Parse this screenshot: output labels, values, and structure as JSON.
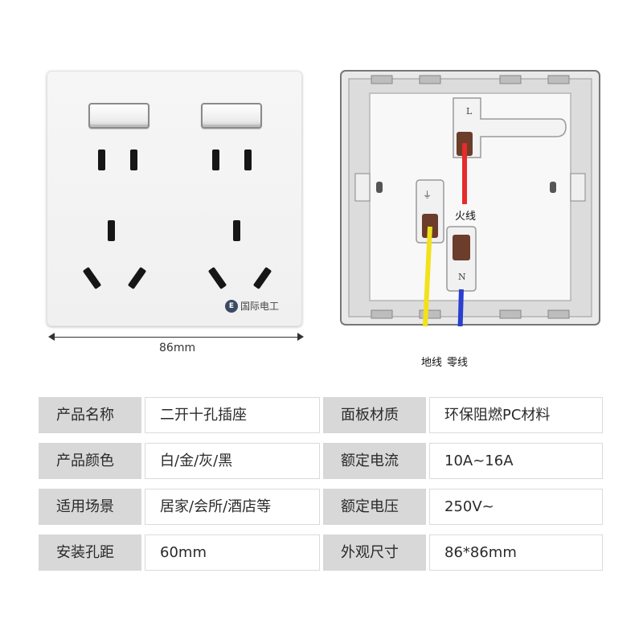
{
  "brand": {
    "name": "国际电工",
    "logo_letter": "E"
  },
  "dimension": {
    "label": "86mm"
  },
  "wiring": {
    "terminal_L": "L",
    "terminal_N": "N",
    "live_label": "火线",
    "ground_label": "地线",
    "neutral_label": "零线",
    "colors": {
      "live": "#e52b2b",
      "ground": "#f1e21c",
      "neutral": "#2a3fcf"
    }
  },
  "specs": [
    {
      "label_left": "产品名称",
      "value_left": "二开十孔插座",
      "label_right": "面板材质",
      "value_right": "环保阻燃PC材料"
    },
    {
      "label_left": "产品颜色",
      "value_left": "白/金/灰/黑",
      "label_right": "额定电流",
      "value_right": "10A~16A"
    },
    {
      "label_left": "适用场景",
      "value_left": "居家/会所/酒店等",
      "label_right": "额定电压",
      "value_right": "250V~"
    },
    {
      "label_left": "安装孔距",
      "value_left": "60mm",
      "label_right": "外观尺寸",
      "value_right": "86*86mm"
    }
  ]
}
